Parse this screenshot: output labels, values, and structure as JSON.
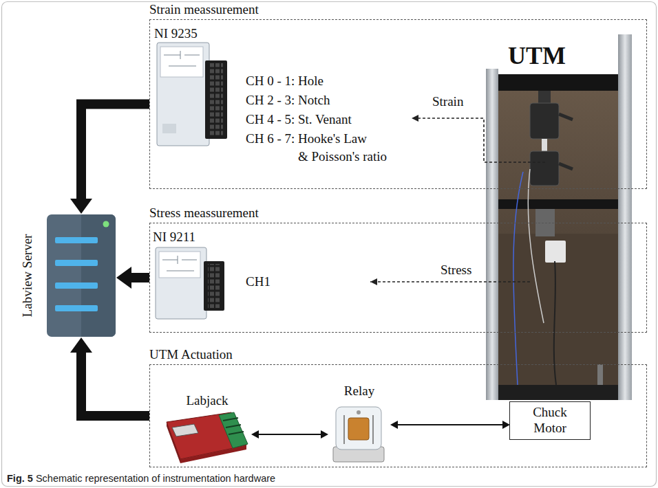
{
  "diagram": {
    "caption": "Fig. 5 Schematic representation of instrumentation hardware",
    "nodes": [
      {
        "text": [
          "Strain meassurement"
        ]
      },
      {
        "text": [
          "NI 9235"
        ],
        "in": 0
      },
      {
        "text": [
          "Stress meassurement"
        ]
      },
      {
        "text": [
          "NI 9211"
        ],
        "in": 2
      },
      {
        "text": [
          "UTM Actuation"
        ]
      },
      {
        "text": [
          "Labjack"
        ],
        "in": 4
      },
      {
        "text": [
          "Relay"
        ],
        "in": 4
      },
      {
        "text": [
          "Chuck Motor"
        ],
        "in": 4
      },
      {
        "text": [
          "Labview Server"
        ]
      },
      {
        "text": [
          "UTM"
        ]
      }
    ],
    "edges": [
      {
        "from": 0,
        "to": 8,
        "arrow": "to"
      },
      {
        "from": 2,
        "to": 8,
        "arrow": "to"
      },
      {
        "from": 4,
        "to": 8,
        "arrow": "to"
      },
      {
        "from": 5,
        "to": 6,
        "arrow": "both"
      },
      {
        "from": 6,
        "to": 7,
        "arrow": "both"
      }
    ],
    "labels": [
      "CH 0 - 1: Hole",
      "CH 2 - 3: Notch",
      "CH 4 - 5: St. Venant",
      "CH 6 - 7: Hooke's Law & Poisson's ratio",
      "Strain",
      "CH1",
      "Stress"
    ]
  }
}
